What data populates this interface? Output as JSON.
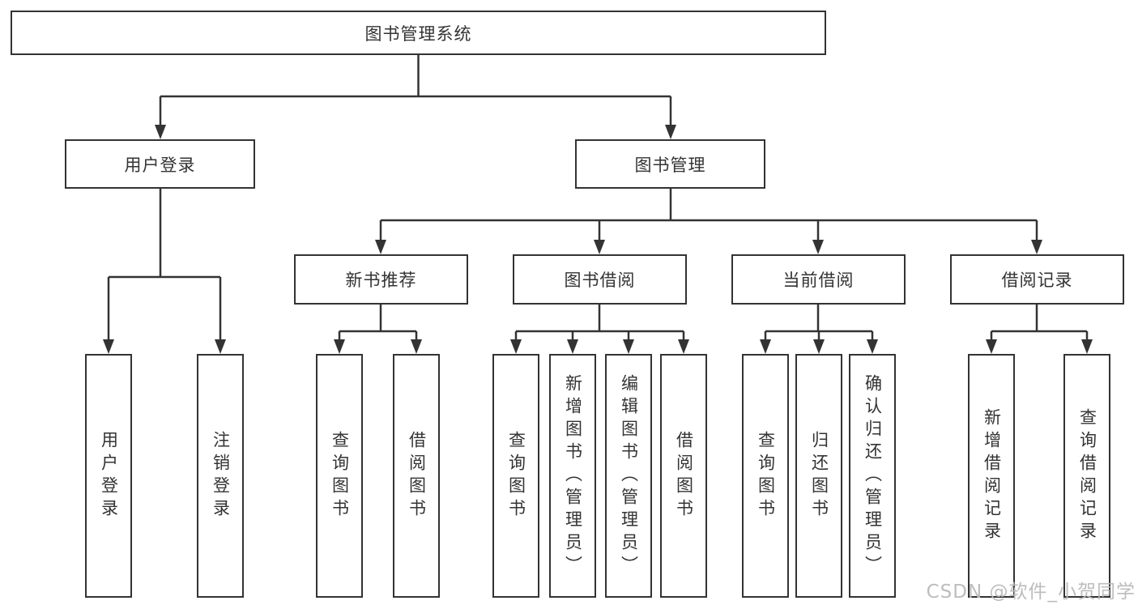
{
  "tree": {
    "root": {
      "label": "图书管理系统",
      "children": [
        {
          "label": "用户登录",
          "children": [
            {
              "label": "用户登录"
            },
            {
              "label": "注销登录"
            }
          ]
        },
        {
          "label": "图书管理",
          "children": [
            {
              "label": "新书推荐",
              "children": [
                {
                  "label": "查询图书"
                },
                {
                  "label": "借阅图书"
                }
              ]
            },
            {
              "label": "图书借阅",
              "children": [
                {
                  "label": "查询图书"
                },
                {
                  "label": "新增图书（管理员）"
                },
                {
                  "label": "编辑图书（管理员）"
                },
                {
                  "label": "借阅图书"
                }
              ]
            },
            {
              "label": "当前借阅",
              "children": [
                {
                  "label": "查询图书"
                },
                {
                  "label": "归还图书"
                },
                {
                  "label": "确认归还（管理员）"
                }
              ]
            },
            {
              "label": "借阅记录",
              "children": [
                {
                  "label": "新增借阅记录"
                },
                {
                  "label": "查询借阅记录"
                }
              ]
            }
          ]
        }
      ]
    }
  },
  "watermark": {
    "text": "CSDN @软件_小贺同学"
  },
  "colors": {
    "line": "#333333",
    "box_border": "#333333",
    "text": "#333333",
    "background": "#ffffff",
    "watermark": "#b9b9b9"
  }
}
